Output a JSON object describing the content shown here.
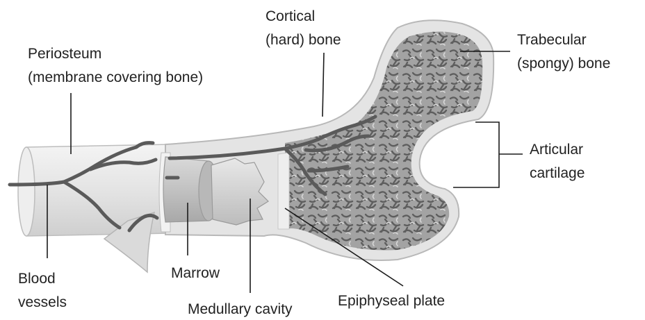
{
  "diagram": {
    "labels": {
      "periosteum_line1": "Periosteum",
      "periosteum_line2": "(membrane covering bone)",
      "cortical_line1": "Cortical",
      "cortical_line2": "(hard) bone",
      "trabecular_line1": "Trabecular",
      "trabecular_line2": "(spongy) bone",
      "articular_line1": "Articular",
      "articular_line2": "cartilage",
      "blood_line1": "Blood",
      "blood_line2": "vessels",
      "marrow": "Marrow",
      "medullary": "Medullary cavity",
      "epiphyseal": "Epiphyseal plate"
    },
    "colors": {
      "cortical": "#e4e4e4",
      "cortical_edge": "#b8b8b8",
      "spongy_base": "#9a9a9a",
      "spongy_fleck": "#5e5e5e",
      "vessel": "#5a5a5a",
      "marrow_fill": "#bdbdbd",
      "leader": "#1a1a1a"
    }
  }
}
